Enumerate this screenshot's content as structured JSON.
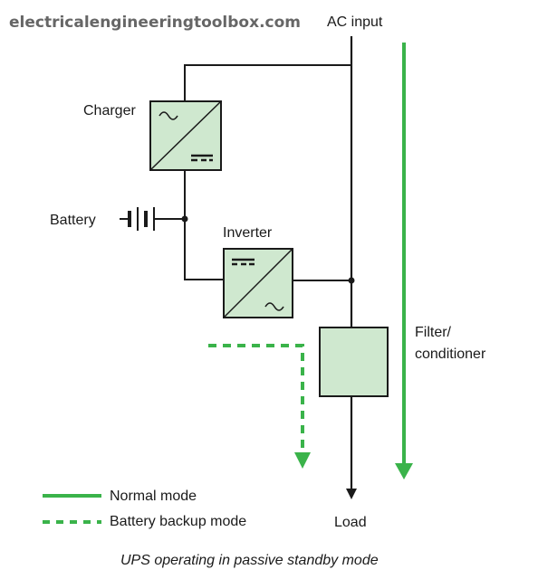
{
  "watermark": "electricalengineeringtoolbox.com",
  "labels": {
    "ac_input": "AC input",
    "charger": "Charger",
    "battery": "Battery",
    "inverter": "Inverter",
    "filter_line1": "Filter/",
    "filter_line2": "conditioner",
    "load": "Load"
  },
  "legend": {
    "normal_mode": "Normal mode",
    "battery_backup_mode": "Battery backup mode"
  },
  "caption": "UPS operating in passive standby mode",
  "colors": {
    "green_path": "#3ab34a",
    "box_fill": "#cfe8cf",
    "wire": "#1a1a1a"
  }
}
